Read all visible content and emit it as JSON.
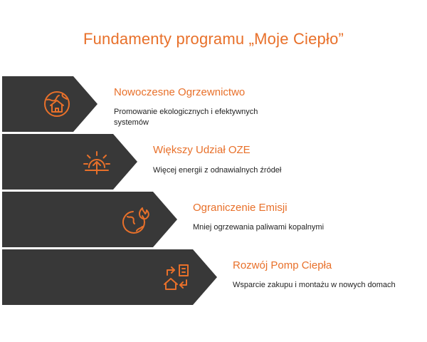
{
  "title": "Fundamenty programu „Moje Ciepło”",
  "accent_color": "#e8702a",
  "band_color": "#383838",
  "items": [
    {
      "icon": "globe-house-icon",
      "heading": "Nowoczesne Ogrzewnictwo",
      "description": "Promowanie ekologicznych i efektywnych systemów"
    },
    {
      "icon": "sun-arrow-icon",
      "heading": "Większy Udział OZE",
      "description": "Więcej energii z odnawialnych źródeł"
    },
    {
      "icon": "globe-flame-icon",
      "heading": "Ograniczenie Emisji",
      "description": "Mniej ogrzewania paliwami kopalnymi"
    },
    {
      "icon": "heat-pump-exchange-icon",
      "heading": "Rozwój Pomp Ciepła",
      "description": "Wsparcie zakupu i montażu w nowych domach"
    }
  ]
}
